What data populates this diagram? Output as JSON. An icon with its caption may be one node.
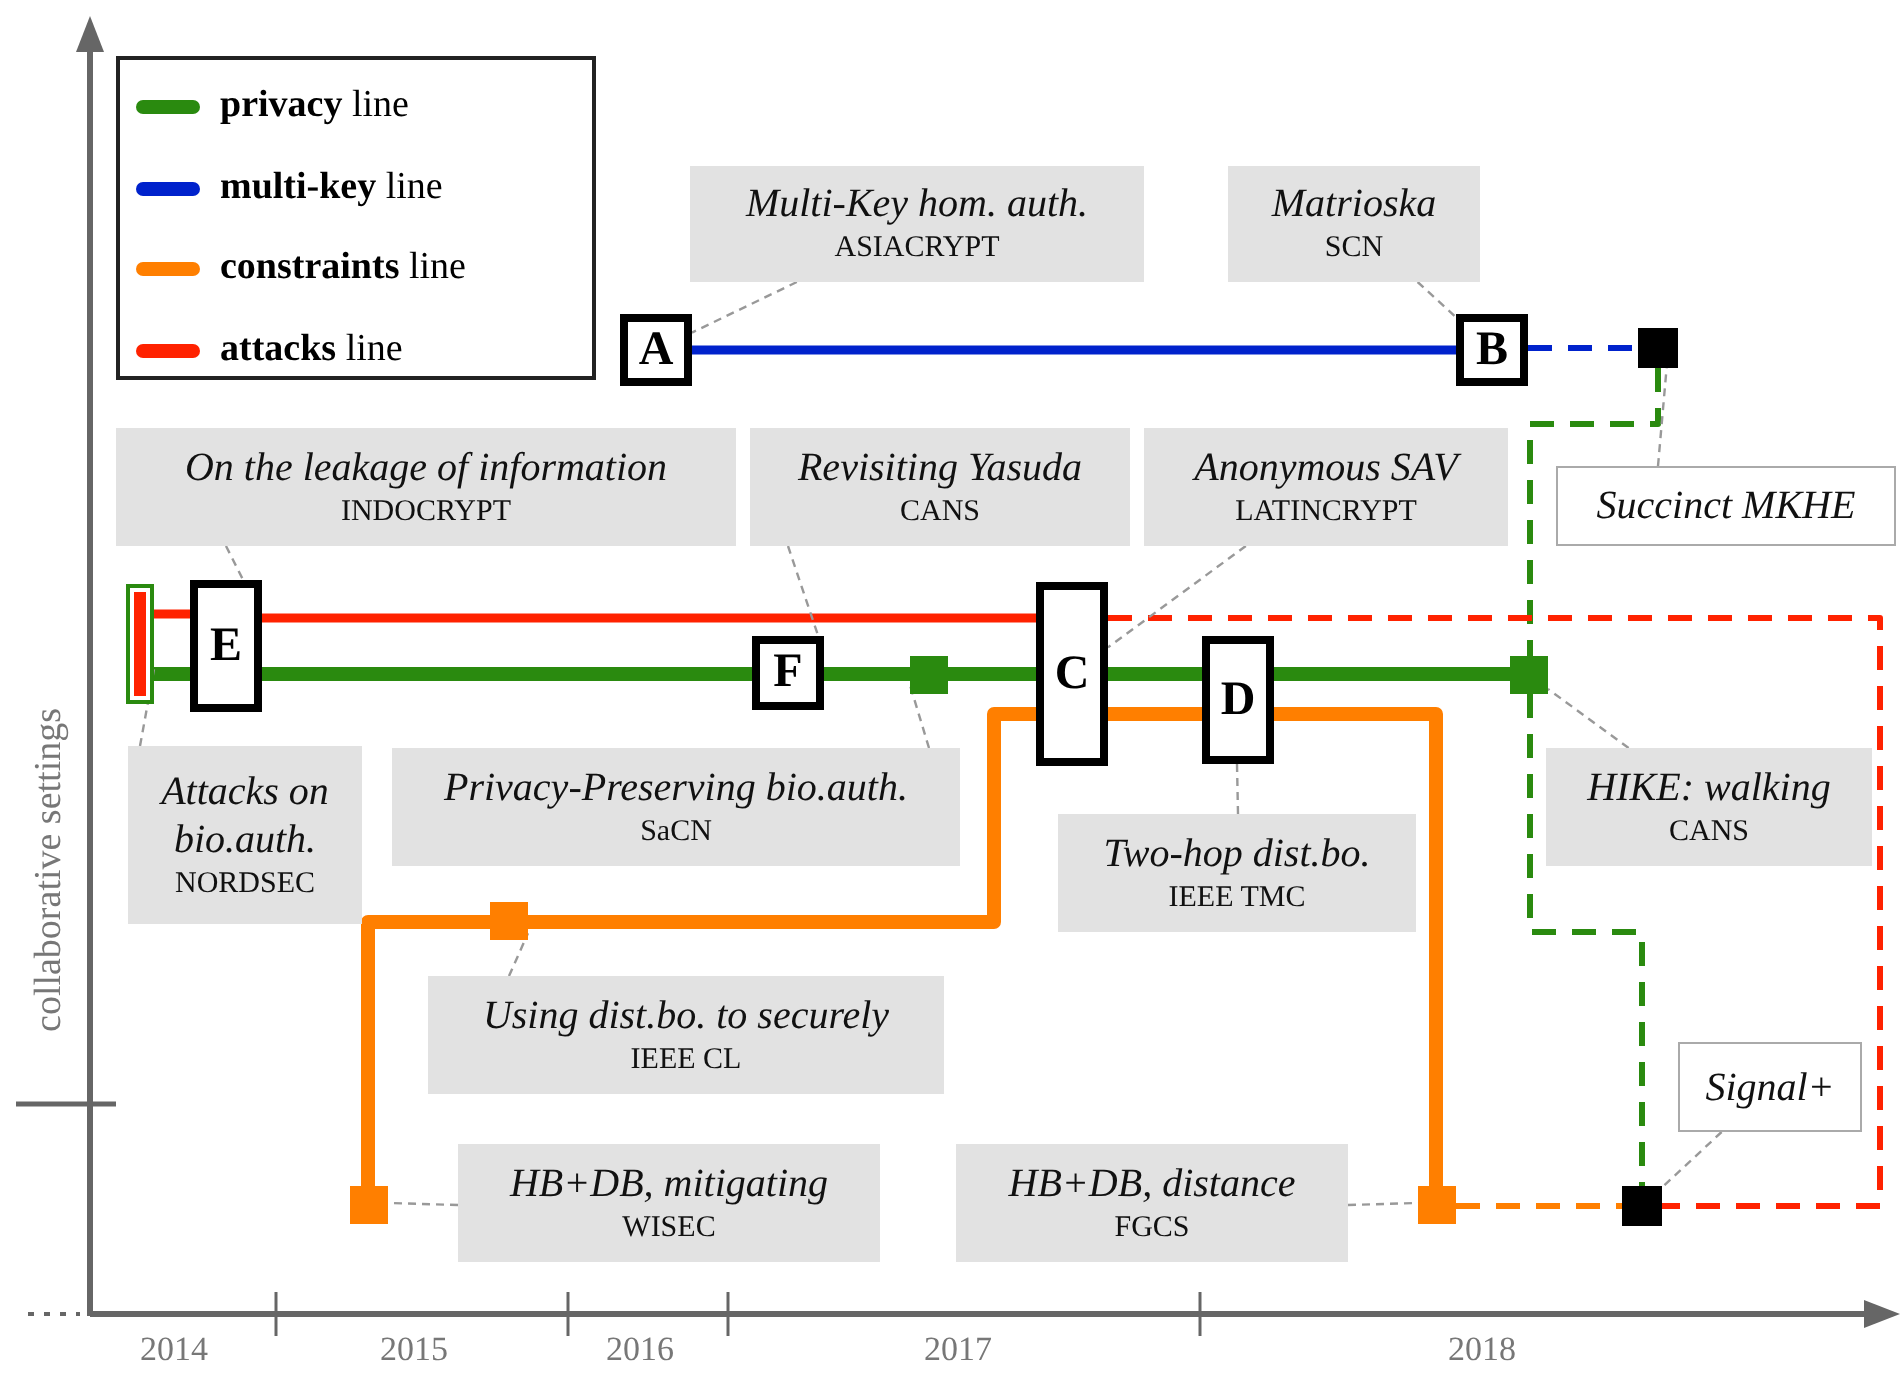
{
  "diagram": {
    "nodes": [
      {
        "text": [
          "A"
        ]
      },
      {
        "text": [
          "B"
        ]
      },
      {
        "text": [],
        "shape": "box"
      },
      {
        "text": [
          "C"
        ]
      },
      {
        "text": [
          "D"
        ]
      },
      {
        "text": [
          "E"
        ]
      },
      {
        "text": [
          "F"
        ]
      },
      {
        "text": [],
        "shape": "bar"
      },
      {
        "text": [],
        "shape": "box"
      },
      {
        "text": [],
        "shape": "box"
      },
      {
        "text": [],
        "shape": "box"
      },
      {
        "text": [],
        "shape": "box"
      },
      {
        "text": [],
        "shape": "box"
      },
      {
        "text": [],
        "shape": "box"
      },
      {
        "text": [
          "Multi-Key hom. auth.",
          "ASIACRYPT"
        ]
      },
      {
        "text": [
          "Matrioska",
          "SCN"
        ]
      },
      {
        "text": [
          "Succinct MKHE"
        ]
      },
      {
        "text": [
          "On the leakage of information",
          "INDOCRYPT"
        ]
      },
      {
        "text": [
          "Revisiting Yasuda",
          "CANS"
        ]
      },
      {
        "text": [
          "Anonymous SAV",
          "LATINCRYPT"
        ]
      },
      {
        "text": [
          "Attacks on bio.auth.",
          "NORDSEC"
        ]
      },
      {
        "text": [
          "Privacy-Preserving bio.auth.",
          "SaCN"
        ]
      },
      {
        "text": [
          "HIKE: walking",
          "CANS"
        ]
      },
      {
        "text": [
          "Two-hop dist.bo.",
          "IEEE TMC"
        ]
      },
      {
        "text": [
          "Using dist.bo. to securely",
          "IEEE CL"
        ]
      },
      {
        "text": [
          "HB+DB, mitigating",
          "WISEC"
        ]
      },
      {
        "text": [
          "HB+DB, distance",
          "FGCS"
        ]
      },
      {
        "text": [
          "Signal+"
        ]
      }
    ],
    "edges": [
      {
        "from": 0,
        "to": 1,
        "arrow": "none",
        "color": "#0022cc"
      },
      {
        "from": 1,
        "to": 2,
        "arrow": "none",
        "style": "dashed",
        "color": "#0022cc"
      },
      {
        "from": 7,
        "to": 5,
        "arrow": "none",
        "style": "thick",
        "color": "#2a8a0f"
      },
      {
        "from": 5,
        "to": 6,
        "arrow": "none",
        "style": "thick",
        "color": "#2a8a0f"
      },
      {
        "from": 6,
        "to": 8,
        "arrow": "none",
        "style": "thick",
        "color": "#2a8a0f"
      },
      {
        "from": 8,
        "to": 3,
        "arrow": "none",
        "style": "thick",
        "color": "#2a8a0f"
      },
      {
        "from": 3,
        "to": 4,
        "arrow": "none",
        "style": "thick",
        "color": "#2a8a0f"
      },
      {
        "from": 4,
        "to": 9,
        "arrow": "none",
        "style": "thick",
        "color": "#2a8a0f"
      },
      {
        "from": 2,
        "to": 9,
        "arrow": "none",
        "style": "dashed",
        "color": "#2a8a0f"
      },
      {
        "from": 9,
        "to": 13,
        "arrow": "none",
        "style": "dashed",
        "color": "#2a8a0f"
      },
      {
        "from": 7,
        "to": 5,
        "arrow": "none",
        "color": "#ff2200"
      },
      {
        "from": 5,
        "to": 3,
        "arrow": "none",
        "color": "#ff2200"
      },
      {
        "from": 3,
        "to": 13,
        "arrow": "none",
        "style": "dashed",
        "color": "#ff2200"
      },
      {
        "from": 11,
        "to": 10,
        "arrow": "none",
        "style": "thick",
        "color": "#ff7f00"
      },
      {
        "from": 10,
        "to": 3,
        "arrow": "none",
        "style": "thick",
        "color": "#ff7f00"
      },
      {
        "from": 3,
        "to": 4,
        "arrow": "none",
        "style": "thick",
        "color": "#ff7f00"
      },
      {
        "from": 4,
        "to": 12,
        "arrow": "none",
        "style": "thick",
        "color": "#ff7f00"
      },
      {
        "from": 12,
        "to": 13,
        "arrow": "none",
        "style": "dashed",
        "color": "#ff7f00"
      },
      {
        "from": 14,
        "to": 0,
        "arrow": "none",
        "style": "dashed",
        "color": "#999999"
      },
      {
        "from": 15,
        "to": 1,
        "arrow": "none",
        "style": "dashed",
        "color": "#999999"
      },
      {
        "from": 16,
        "to": 2,
        "arrow": "none",
        "style": "dashed",
        "color": "#999999"
      },
      {
        "from": 17,
        "to": 5,
        "arrow": "none",
        "style": "dashed",
        "color": "#999999"
      },
      {
        "from": 18,
        "to": 6,
        "arrow": "none",
        "style": "dashed",
        "color": "#999999"
      },
      {
        "from": 19,
        "to": 3,
        "arrow": "none",
        "style": "dashed",
        "color": "#999999"
      },
      {
        "from": 20,
        "to": 7,
        "arrow": "none",
        "style": "dashed",
        "color": "#999999"
      },
      {
        "from": 21,
        "to": 8,
        "arrow": "none",
        "style": "dashed",
        "color": "#999999"
      },
      {
        "from": 22,
        "to": 9,
        "arrow": "none",
        "style": "dashed",
        "color": "#999999"
      },
      {
        "from": 23,
        "to": 4,
        "arrow": "none",
        "style": "dashed",
        "color": "#999999"
      },
      {
        "from": 24,
        "to": 10,
        "arrow": "none",
        "style": "dashed",
        "color": "#999999"
      },
      {
        "from": 25,
        "to": 11,
        "arrow": "none",
        "style": "dashed",
        "color": "#999999"
      },
      {
        "from": 26,
        "to": 12,
        "arrow": "none",
        "style": "dashed",
        "color": "#999999"
      },
      {
        "from": 27,
        "to": 13,
        "arrow": "none",
        "style": "dashed",
        "color": "#999999"
      }
    ],
    "labels": [
      "collaborative settings",
      "2014",
      "2015",
      "2016",
      "2017",
      "2018"
    ],
    "legend": [
      {
        "text": "**privacy** line",
        "color": "#2a8a0f"
      },
      {
        "text": "**multi-key** line",
        "color": "#0022cc"
      },
      {
        "text": "**constraints** line",
        "color": "#ff7f00"
      },
      {
        "text": "**attacks** line",
        "color": "#ff2200"
      }
    ]
  }
}
